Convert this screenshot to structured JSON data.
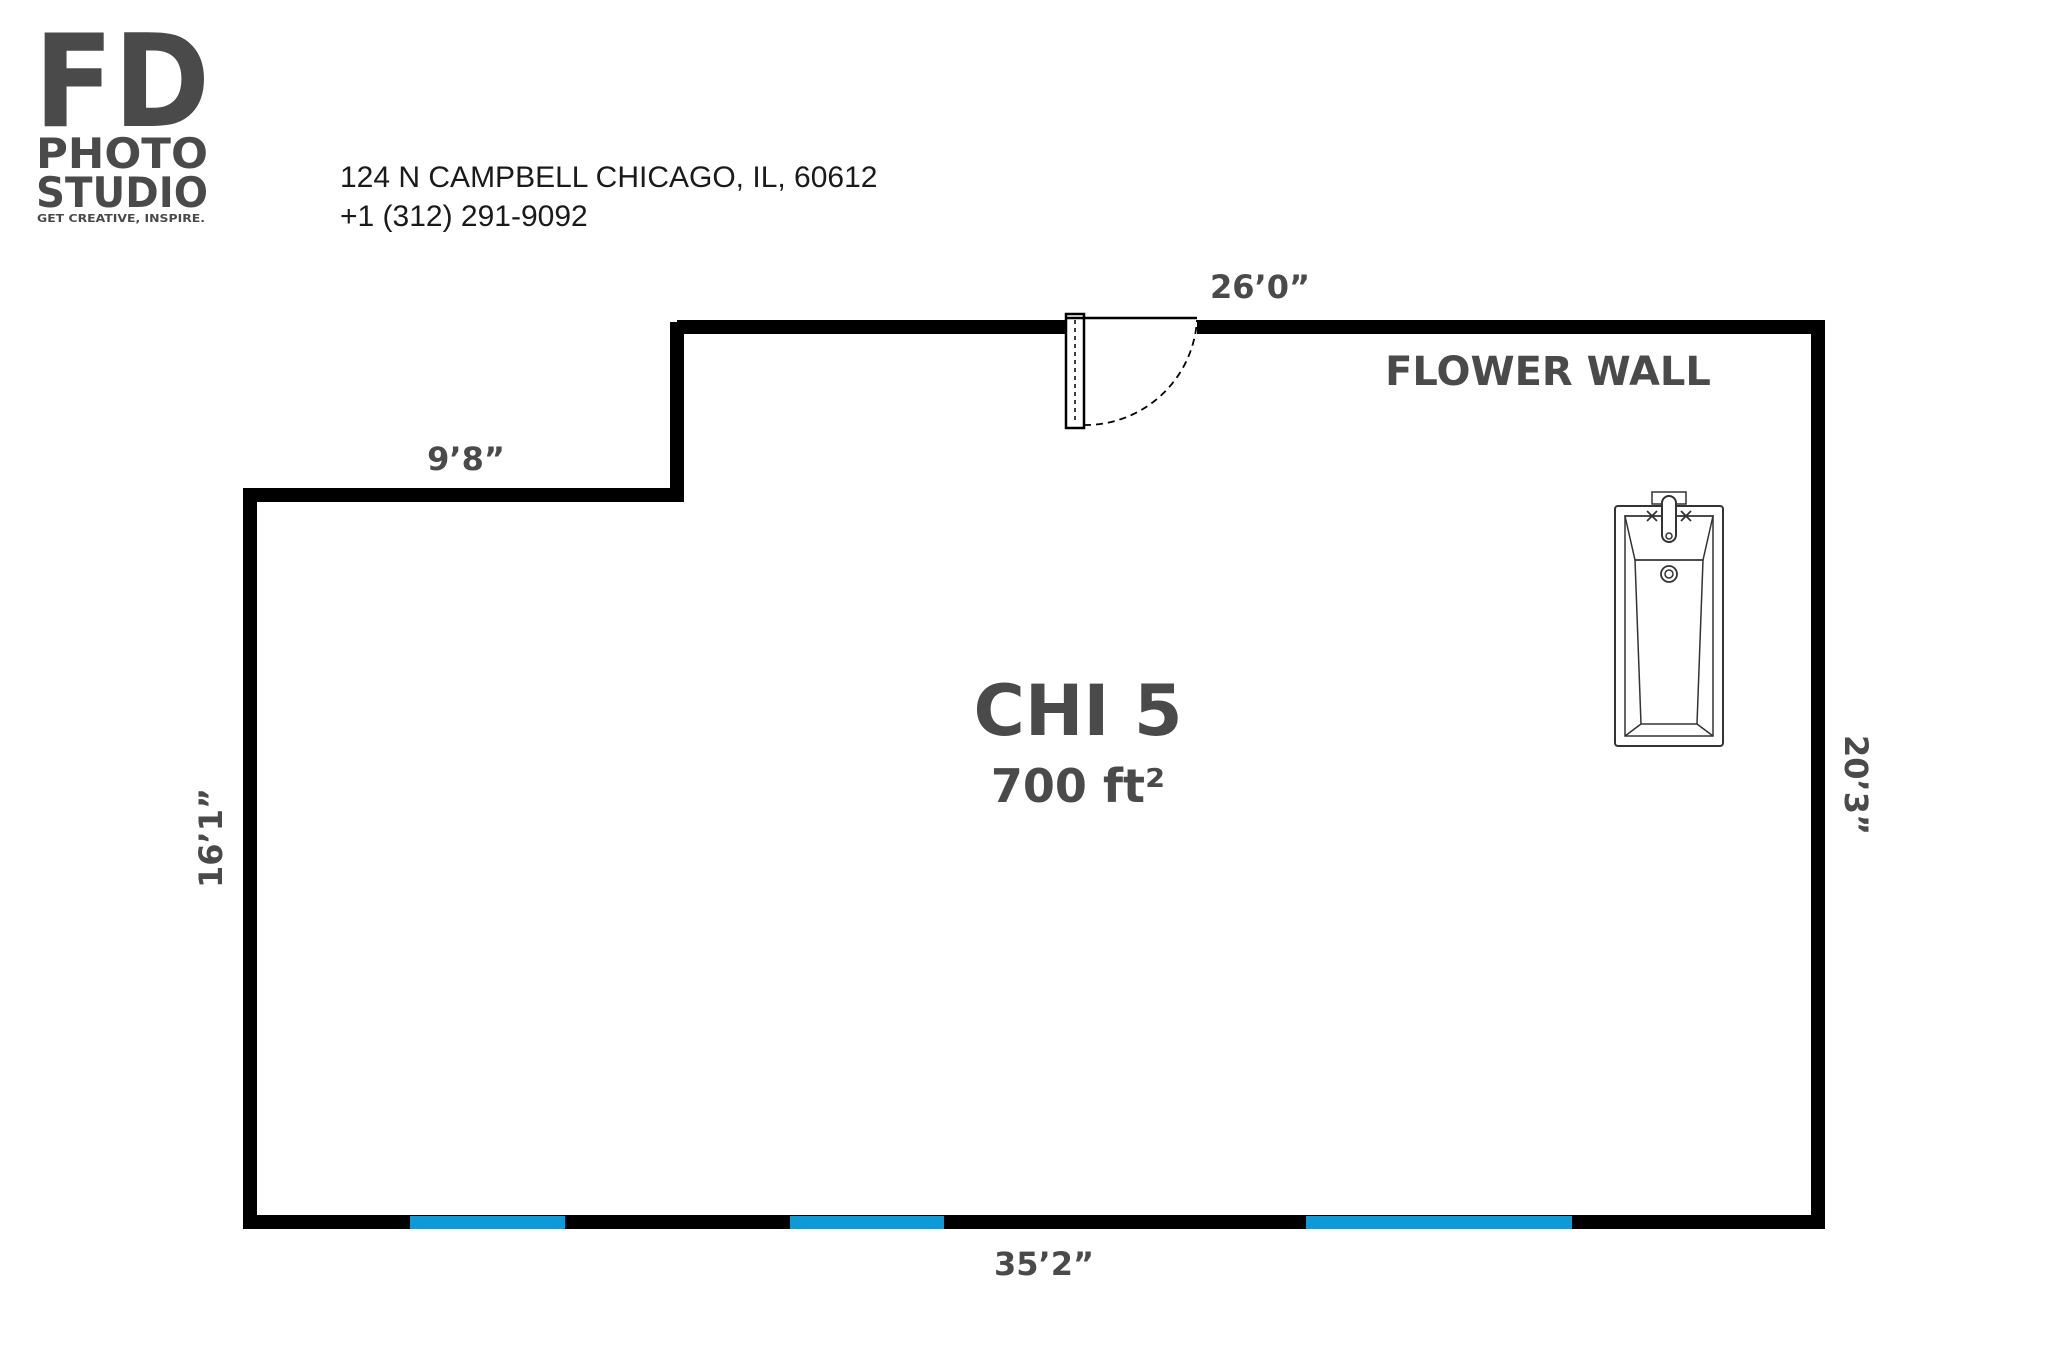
{
  "brand": {
    "logo_line1": "FD",
    "logo_line2": "PHOTO",
    "logo_line3": "STUDIO",
    "tagline": "GET CREATIVE, INSPIRE."
  },
  "contact": {
    "address": "124 N CAMPBELL CHICAGO, IL, 60612",
    "phone": "+1 (312) 291-9092"
  },
  "room": {
    "name": "CHI 5",
    "area": "700 ft²"
  },
  "dimensions": {
    "top": "26’0”",
    "step": "9’8”",
    "left": "16’1”",
    "right": "20’3”",
    "bottom": "35’2”"
  },
  "features": {
    "flower_wall": "FLOWER WALL",
    "bathtub_icon": "bathtub-icon",
    "door_icon": "door-swing-icon"
  },
  "colors": {
    "wall": "#000000",
    "window": "#0e9ad7",
    "text": "#4a4a4a"
  }
}
